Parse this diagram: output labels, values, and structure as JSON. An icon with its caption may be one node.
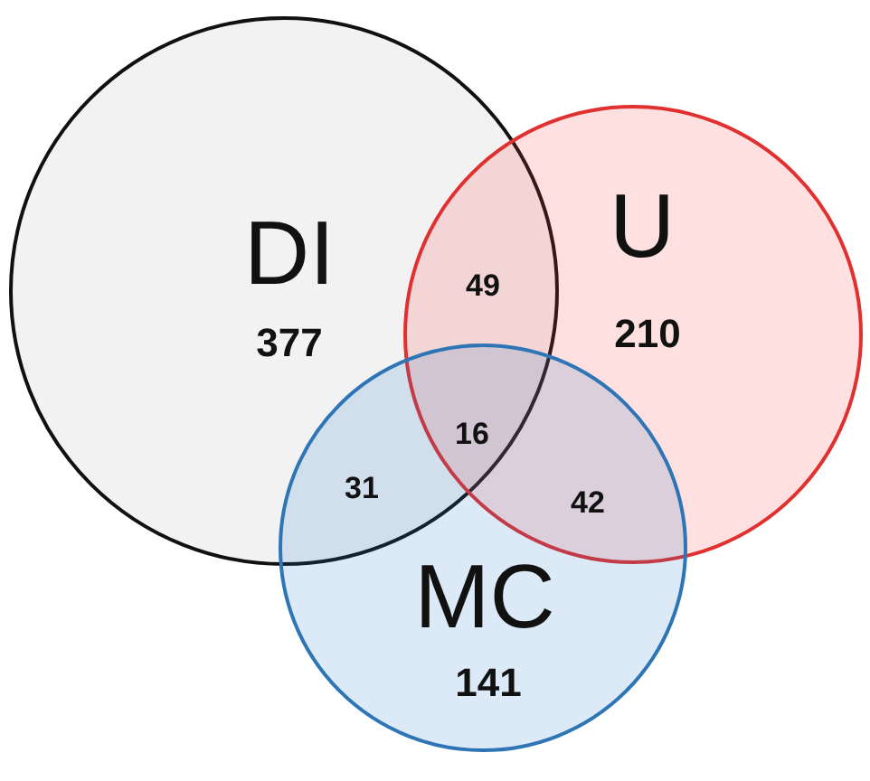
{
  "diagram": {
    "nodes": [
      {
        "text": [
          "DI",
          "377"
        ]
      },
      {
        "text": [
          "U",
          "210"
        ]
      },
      {
        "text": [
          "MC",
          "141"
        ]
      }
    ],
    "labels": [
      "49",
      "16",
      "31",
      "42"
    ]
  }
}
